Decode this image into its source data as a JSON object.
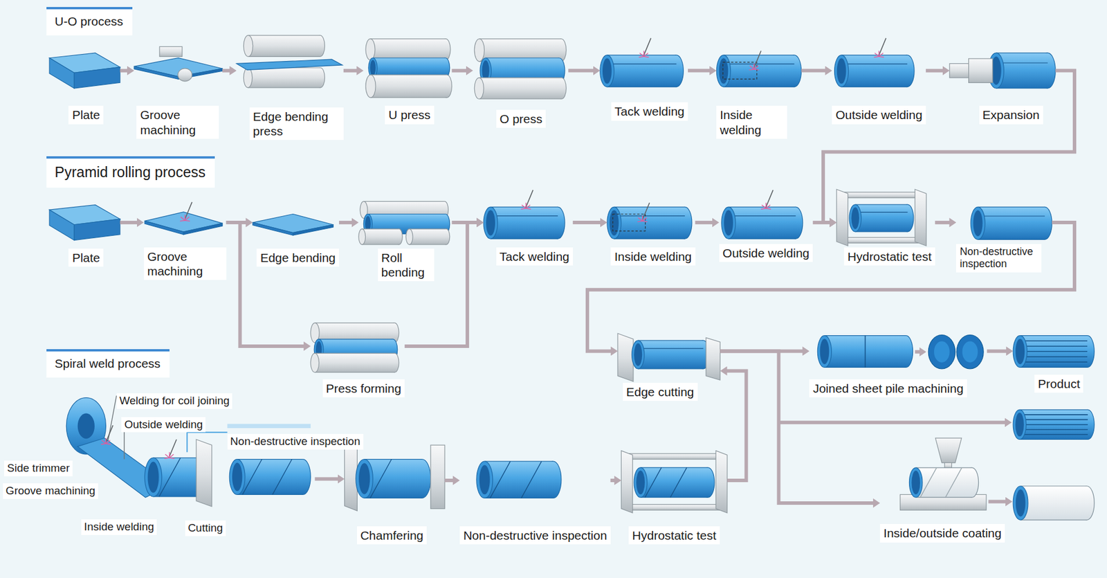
{
  "diagram": {
    "nodes": [
      {
        "text": [
          "Plate"
        ]
      },
      {
        "text": [
          "Groove machining"
        ]
      },
      {
        "text": [
          "Edge bending press"
        ]
      },
      {
        "text": [
          "U press"
        ]
      },
      {
        "text": [
          "O press"
        ]
      },
      {
        "text": [
          "Tack welding"
        ]
      },
      {
        "text": [
          "Inside welding"
        ]
      },
      {
        "text": [
          "Outside welding"
        ]
      },
      {
        "text": [
          "Expansion"
        ]
      },
      {
        "text": [
          "Plate"
        ]
      },
      {
        "text": [
          "Groove machining"
        ]
      },
      {
        "text": [
          "Edge bending"
        ]
      },
      {
        "text": [
          "Roll bending"
        ]
      },
      {
        "text": [
          "Tack welding"
        ]
      },
      {
        "text": [
          "Inside welding"
        ]
      },
      {
        "text": [
          "Outside welding"
        ]
      },
      {
        "text": [
          "Hydrostatic test"
        ]
      },
      {
        "text": [
          "Non-destructive inspection"
        ]
      },
      {
        "text": [
          "Press forming"
        ]
      },
      {
        "text": [
          "Edge cutting"
        ]
      },
      {
        "text": [
          "Joined sheet pile machining"
        ]
      },
      {
        "text": [
          "Product"
        ]
      },
      {
        "text": [
          "Chamfering"
        ]
      },
      {
        "text": [
          "Non-destructive inspection"
        ]
      },
      {
        "text": [
          "Hydrostatic test"
        ]
      },
      {
        "text": [
          "Inside/outside coating"
        ]
      }
    ],
    "edges": [
      {
        "from": 0,
        "to": 1,
        "arrow": "to"
      },
      {
        "from": 1,
        "to": 2,
        "arrow": "to"
      },
      {
        "from": 2,
        "to": 3,
        "arrow": "to"
      },
      {
        "from": 3,
        "to": 4,
        "arrow": "to"
      },
      {
        "from": 4,
        "to": 5,
        "arrow": "to"
      },
      {
        "from": 5,
        "to": 6,
        "arrow": "to"
      },
      {
        "from": 6,
        "to": 7,
        "arrow": "to"
      },
      {
        "from": 7,
        "to": 8,
        "arrow": "to"
      },
      {
        "from": 8,
        "to": 16,
        "arrow": "to"
      },
      {
        "from": 9,
        "to": 10,
        "arrow": "to"
      },
      {
        "from": 10,
        "to": 11,
        "arrow": "to"
      },
      {
        "from": 11,
        "to": 12,
        "arrow": "to"
      },
      {
        "from": 12,
        "to": 13,
        "arrow": "to"
      },
      {
        "from": 13,
        "to": 14,
        "arrow": "to"
      },
      {
        "from": 14,
        "to": 15,
        "arrow": "to"
      },
      {
        "from": 15,
        "to": 16,
        "arrow": "to"
      },
      {
        "from": 16,
        "to": 17,
        "arrow": "to"
      },
      {
        "from": 10,
        "to": 18,
        "arrow": "to"
      },
      {
        "from": 18,
        "to": 13,
        "arrow": "to"
      },
      {
        "from": 17,
        "to": 19,
        "arrow": "to"
      },
      {
        "from": 22,
        "to": 23,
        "arrow": "to"
      },
      {
        "from": 23,
        "to": 24,
        "arrow": "to"
      },
      {
        "from": 24,
        "to": 19,
        "arrow": "to"
      },
      {
        "from": 19,
        "to": 20,
        "arrow": "to"
      },
      {
        "from": 19,
        "to": 25,
        "arrow": "to"
      },
      {
        "from": 20,
        "to": 21,
        "arrow": "to"
      }
    ],
    "labels": [
      "U-O process",
      "Pyramid rolling process",
      "Spiral weld process",
      "Welding for coil joining",
      "Outside welding",
      "Non-destructive inspection",
      "Side trimmer",
      "Groove machining",
      "Inside welding",
      "Cutting"
    ]
  }
}
